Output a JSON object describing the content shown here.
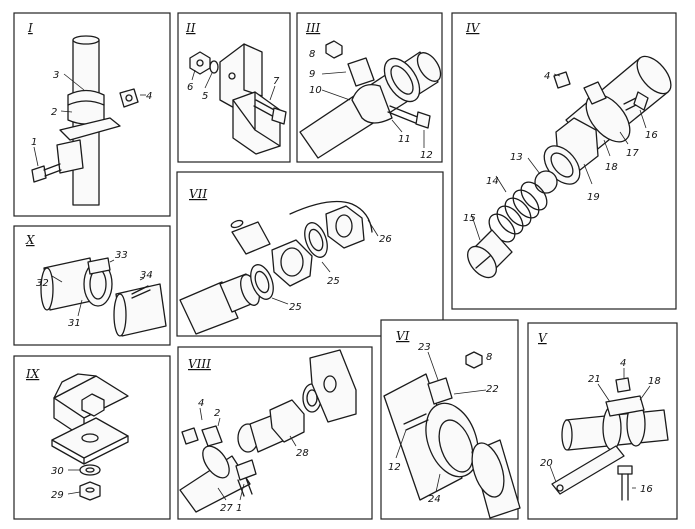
{
  "panels": [
    {
      "id": "I",
      "title": "I",
      "labels": [
        "1",
        "2",
        "3",
        "4"
      ]
    },
    {
      "id": "II",
      "title": "II",
      "labels": [
        "5",
        "6",
        "7"
      ]
    },
    {
      "id": "III",
      "title": "III",
      "labels": [
        "8",
        "9",
        "10",
        "11",
        "12"
      ]
    },
    {
      "id": "IV",
      "title": "IV",
      "labels": [
        "4",
        "13",
        "14",
        "15",
        "16",
        "17",
        "18",
        "19"
      ]
    },
    {
      "id": "VII",
      "title": "VII",
      "labels": [
        "25",
        "25",
        "26"
      ]
    },
    {
      "id": "X",
      "title": "X",
      "labels": [
        "31",
        "32",
        "33",
        "34"
      ]
    },
    {
      "id": "IX",
      "title": "IX",
      "labels": [
        "29",
        "30"
      ]
    },
    {
      "id": "VIII",
      "title": "VIII",
      "labels": [
        "1",
        "2",
        "4",
        "27",
        "28"
      ]
    },
    {
      "id": "VI",
      "title": "VI",
      "labels": [
        "8",
        "12",
        "22",
        "23",
        "24"
      ]
    },
    {
      "id": "V",
      "title": "V",
      "labels": [
        "4",
        "16",
        "18",
        "20",
        "21"
      ]
    }
  ]
}
